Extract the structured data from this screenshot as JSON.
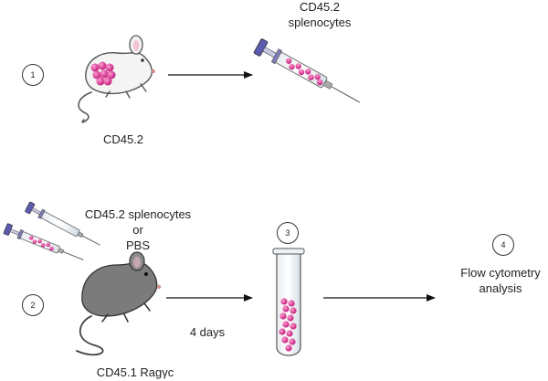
{
  "steps": [
    "1",
    "2",
    "3",
    "4"
  ],
  "labels": {
    "donor_mouse": "CD45.2",
    "injection_line1": "CD45.2",
    "injection_line2": "splenocytes",
    "treatment_line1": "CD45.2 splenocytes",
    "treatment_line2": "or",
    "treatment_line3": "PBS",
    "recipient_mouse": "CD45.1 Ragγc",
    "duration": "4 days",
    "analysis_line1": "Flow cytometry",
    "analysis_line2": "analysis"
  },
  "colors": {
    "white_mouse": "#f4f4f4",
    "grey_mouse": "#7b7b7b",
    "cells": "#e0409a",
    "syringe_plunger": "#5b5bb0",
    "arrow": "#111111"
  },
  "icons": [
    "white-mouse-icon",
    "grey-mouse-icon",
    "syringe-icon",
    "test-tube-icon",
    "arrow-icon"
  ]
}
